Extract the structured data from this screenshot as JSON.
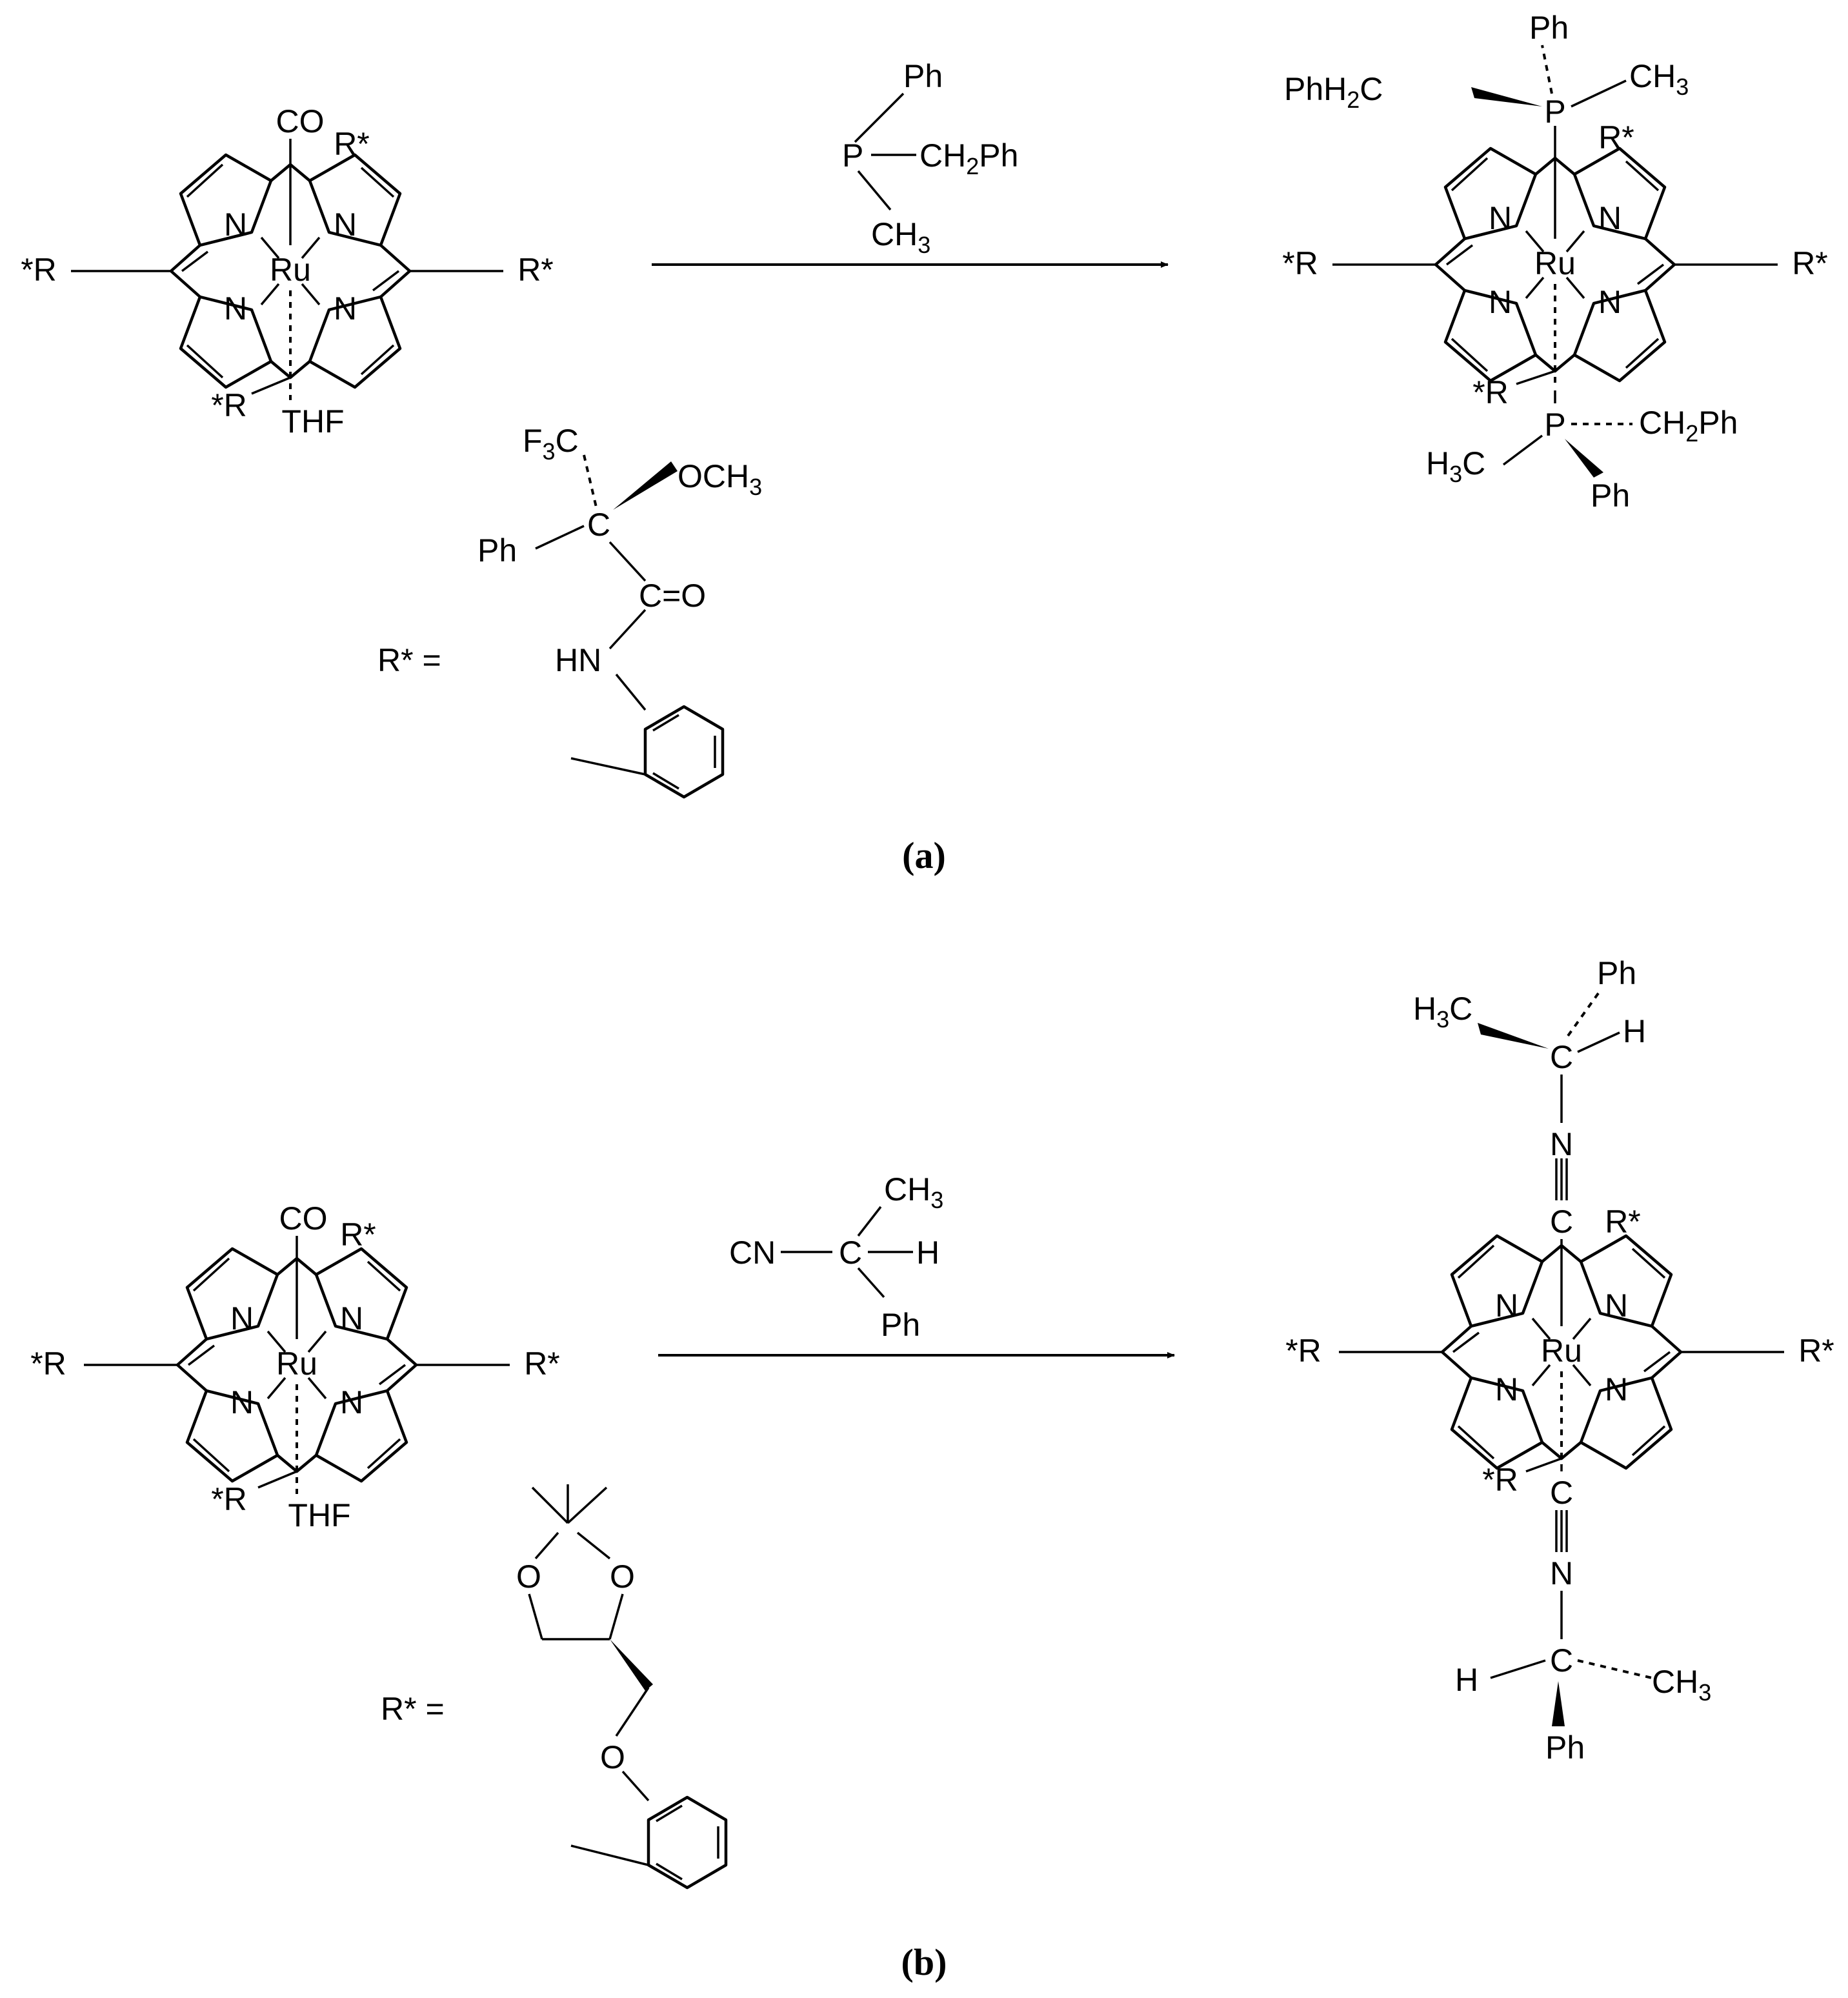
{
  "labels": {
    "co": "CO",
    "thf": "THF",
    "ru": "Ru",
    "n": "N",
    "r": "R*",
    "rl": "*R",
    "ph": "Ph",
    "p": "P",
    "c": "C",
    "h": "H",
    "o": "O",
    "cn": "CN",
    "hn": "HN",
    "och3": "OCH",
    "ch2ph_a": "CH",
    "ch2ph_b": "Ph",
    "ch": "CH",
    "ph_h2c_a": "PhH",
    "ph_h2c_b": "C",
    "h3c_a": "H",
    "h3c_b": "C",
    "f3c_a": "F",
    "f3c_b": "C",
    "co_eq": "C=O",
    "r_def": "R* ="
  },
  "subscripts": {
    "two": "2",
    "three": "3"
  },
  "captions": {
    "a": "a",
    "b": "b"
  }
}
